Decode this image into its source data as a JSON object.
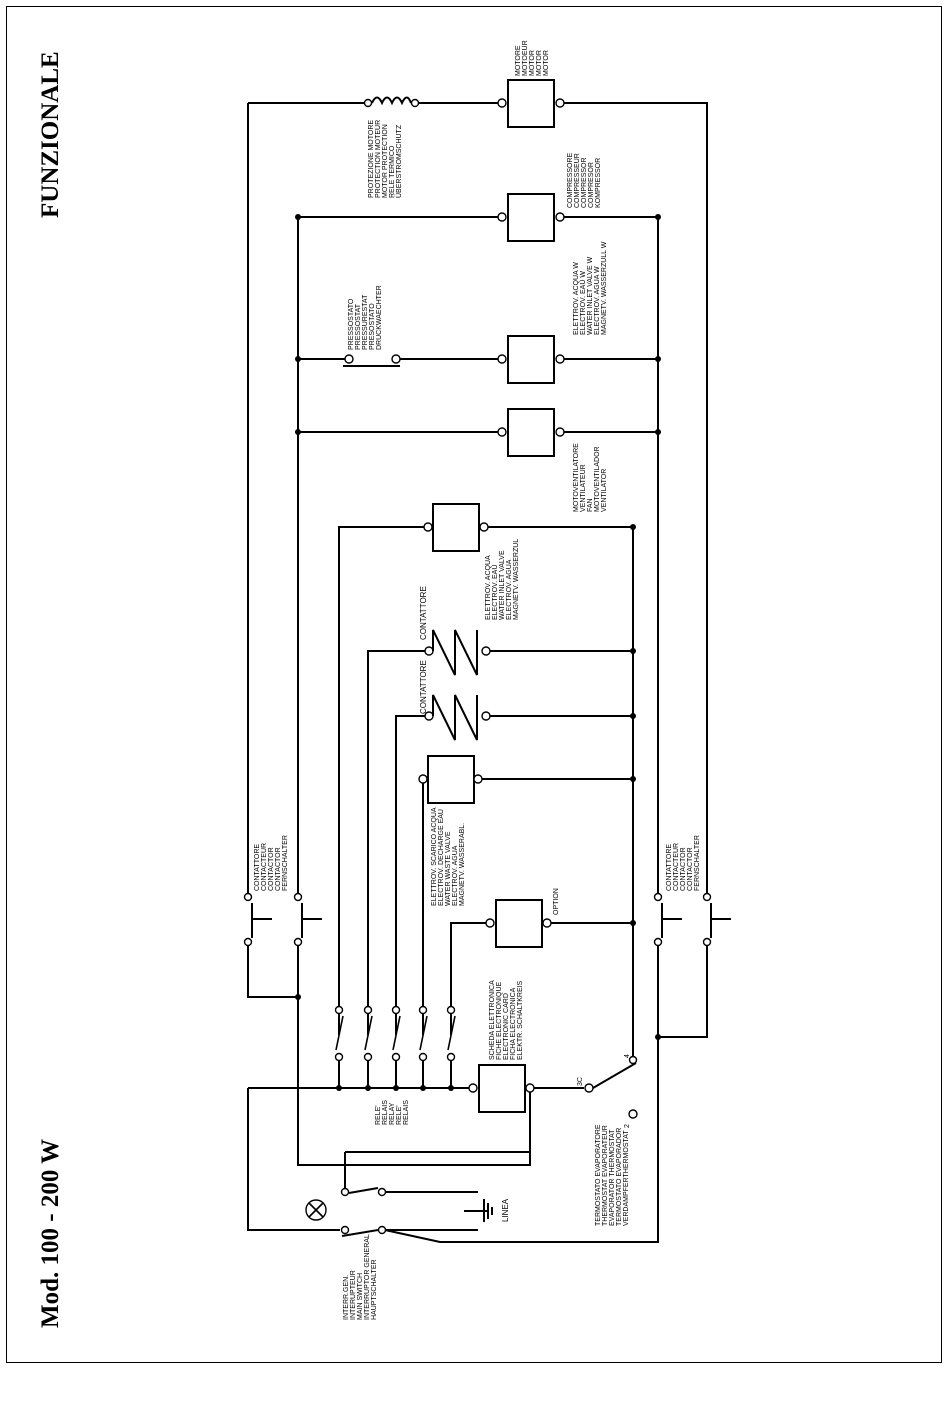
{
  "title": "FUNZIONALE",
  "model": "Mod. 100 - 200  W",
  "labels": {
    "motor": [
      "MOTORE",
      "MOTOEUR",
      "MOTOR",
      "MOTOR",
      "MOTOR"
    ],
    "motor_protection": [
      "PROTEZIONE MOTORE",
      "PROTECTION MOTEUR",
      "MOTOR PROTECTION",
      "RELE TERMICO",
      "ÜBERSTROMSCHUTZ"
    ],
    "compressor": [
      "COMPRESSORE",
      "COMPRESSEUR",
      "COMPRESSOR",
      "COMPRESOR",
      "KOMPRESSOR"
    ],
    "condenser_valve": [
      "ELETTROV. ACQUA W",
      "ELECTROV. EAU W",
      "WATER INLET VALVE W",
      "ELECTROV. AGUA W",
      "MAGNETV. WASSERZULL W"
    ],
    "pressostat": [
      "PRESSOSTATO",
      "PRESSOSTAT",
      "PRESSURESTAT",
      "PRESOSTATO",
      "DRUCKWAECHTER"
    ],
    "fan": [
      "MOTOVENTILATORE",
      "VENTILATEUR",
      "FAN",
      "MOTOVENTILADOR",
      "VENTILATOR"
    ],
    "water_inlet": [
      "ELETTROV. ACQUA",
      "ELECTROV. EAU",
      "WATER INLET VALVE",
      "ELECTROV. AGUA",
      "MAGNETV. WASSERZUL"
    ],
    "contactor_1": "CONTATTORE",
    "contactor_2": "CONTATTORE",
    "drain_valve": [
      "ELETTROV. SCARICO ACQUA",
      "ELECTROV. DECHARGE EAU",
      "WATER WASTE VALVE",
      "ELECTROV. AGUA",
      "MAGNETV. WASSERABL."
    ],
    "option": "OPTION",
    "contactor_left": [
      "CONTATTORE",
      "CONTACTEUR",
      "CONTACTOR",
      "CONTACTOR",
      "FERNSCHALTER"
    ],
    "contactor_right": [
      "CONTATTORE",
      "CONTACTEUR",
      "CONTACTOR",
      "CONTACTOR",
      "FERNSCHALTER"
    ],
    "electronic_card": [
      "SCHEDA ELETTRONICA",
      "FICHE ELECTRONIQUE",
      "ELECTRONIC CARD",
      "FICHA ELECTRONICA",
      "ELEKTR. SCHALTKREIS"
    ],
    "relays": [
      "RELE'",
      "RELAIS",
      "RELAY",
      "RELE'",
      "RELAIS"
    ],
    "thermostat": [
      "TERMOSTATO EVAPORATORE",
      "THERMOSTAT EVAPORATEUR",
      "EVAPORATOR THERMOSTAT",
      "TERMOSTATO EVAPORADOR",
      "VERDAMPFERTHERMOSTAT"
    ],
    "thermostat_terminals": [
      "3C",
      "4",
      "2"
    ],
    "main_switch": [
      "INTERR.GEN.",
      "INTERUPTEUR",
      "MAIN SWITCH",
      "INTERRUPTOR GENERAL",
      "HAUPTSCHALTER"
    ],
    "line": "LINEA"
  }
}
